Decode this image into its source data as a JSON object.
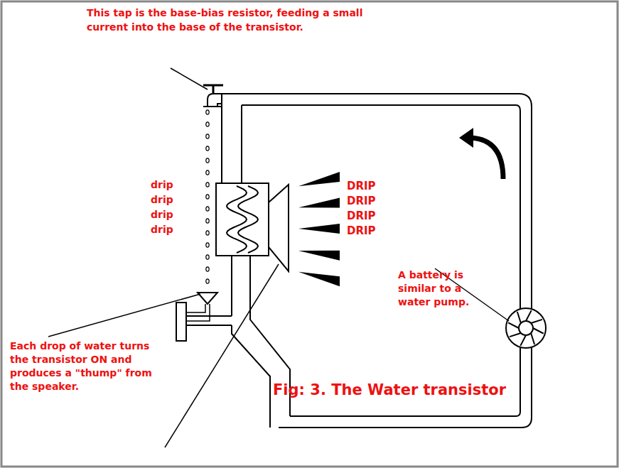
{
  "diagram": {
    "caption": "Fig: 3. The Water transistor",
    "labels": [
      "This tap is the base-bias resistor, feeding a small current into the base of the transistor.",
      "drip drip drip drip",
      "DRIP DRIP DRIP DRIP",
      "A battery is similar to a water pump.",
      "Each drop of water turns the transistor ON and produces a \"thump\" from the speaker."
    ]
  }
}
